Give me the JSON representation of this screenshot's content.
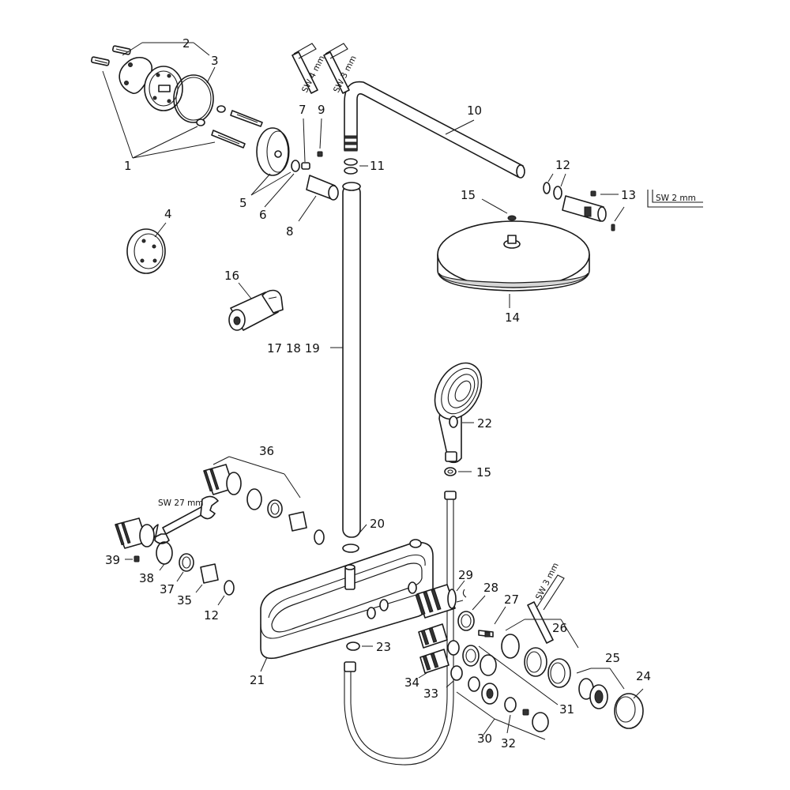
{
  "labels": {
    "p1": "1",
    "p2": "2",
    "p3": "3",
    "p4": "4",
    "p5": "5",
    "p6": "6",
    "p7": "7",
    "p8": "8",
    "p9": "9",
    "p10": "10",
    "p11": "11",
    "p12a": "12",
    "p13": "13",
    "p14": "14",
    "p15a": "15",
    "p16": "16",
    "p171819": "17 18 19",
    "p20": "20",
    "p21": "21",
    "p22": "22",
    "p23": "23",
    "p15b": "15",
    "p24": "24",
    "p25": "25",
    "p26": "26",
    "p27": "27",
    "p28": "28",
    "p29": "29",
    "p30": "30",
    "p31": "31",
    "p32": "32",
    "p33": "33",
    "p34": "34",
    "p35": "35",
    "p36": "36",
    "p37": "37",
    "p38": "38",
    "p39": "39",
    "p12b": "12"
  },
  "tools": {
    "sw4": "SW 4 mm",
    "sw3a": "SW 3 mm",
    "sw2": "SW 2 mm",
    "sw27": "SW 27 mm",
    "sw3b": "SW 3 mm"
  }
}
